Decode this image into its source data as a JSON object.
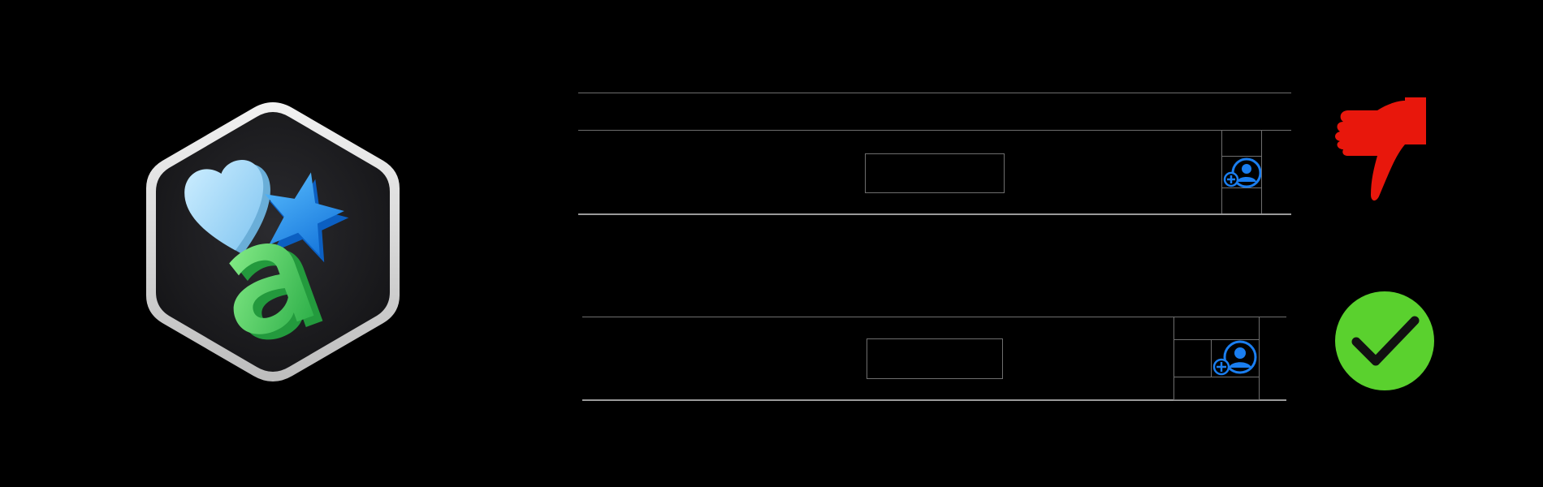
{
  "colors": {
    "background": "#000000",
    "guide_line": "#6e6e6e",
    "bar_bottom_line": "#9a9a9a",
    "accent_blue": "#1a7ef0",
    "bad_red": "#e8170c",
    "good_green": "#5ad12e"
  },
  "app_icon": {
    "name": "hexagon-app-icon",
    "shapes": [
      "heart",
      "star",
      "letter-a"
    ]
  },
  "examples": [
    {
      "verdict": "incorrect",
      "indicator_icon": "thumbs-down-icon",
      "trailing_button_icon": "add-person-icon"
    },
    {
      "verdict": "correct",
      "indicator_icon": "checkmark-circle-icon",
      "trailing_button_icon": "add-person-icon"
    }
  ]
}
